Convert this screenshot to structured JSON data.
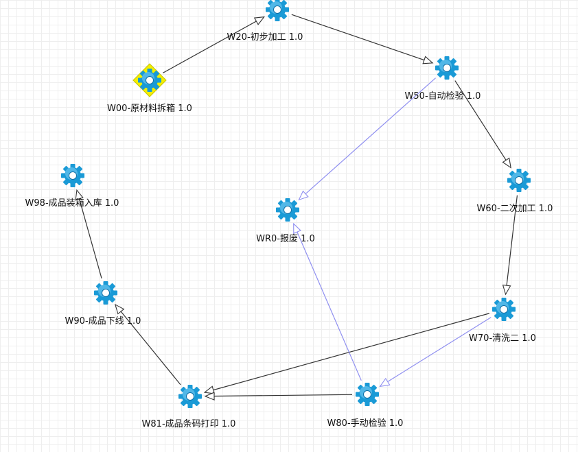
{
  "diagram": {
    "nodes": [
      {
        "id": "w20",
        "label": "W20-初步加工 1.0"
      },
      {
        "id": "w00",
        "label": "W00-原材料拆箱 1.0",
        "selected": true
      },
      {
        "id": "w50",
        "label": "W50-自动检验 1.0"
      },
      {
        "id": "w98",
        "label": "W98-成品装箱入库 1.0"
      },
      {
        "id": "wr0",
        "label": "WR0-报废 1.0"
      },
      {
        "id": "w60",
        "label": "W60-二次加工 1.0"
      },
      {
        "id": "w90",
        "label": "W90-成品下线 1.0"
      },
      {
        "id": "w70",
        "label": "W70-清洗二 1.0"
      },
      {
        "id": "w81",
        "label": "W81-成品条码打印 1.0"
      },
      {
        "id": "w80",
        "label": "W80-手动检验 1.0"
      }
    ],
    "edges": [
      {
        "from": "w00",
        "to": "w20",
        "kind": "normal"
      },
      {
        "from": "w20",
        "to": "w50",
        "kind": "normal"
      },
      {
        "from": "w50",
        "to": "w60",
        "kind": "normal"
      },
      {
        "from": "w50",
        "to": "wr0",
        "kind": "reject"
      },
      {
        "from": "w60",
        "to": "w70",
        "kind": "normal"
      },
      {
        "from": "w70",
        "to": "w81",
        "kind": "normal"
      },
      {
        "from": "w70",
        "to": "w80",
        "kind": "reject"
      },
      {
        "from": "w80",
        "to": "w81",
        "kind": "normal"
      },
      {
        "from": "w80",
        "to": "wr0",
        "kind": "reject"
      },
      {
        "from": "w81",
        "to": "w90",
        "kind": "normal"
      },
      {
        "from": "w90",
        "to": "w98",
        "kind": "normal"
      }
    ],
    "colors": {
      "gear": "#1a9ad6",
      "gear_highlight": "#7fd0f5",
      "selection": "#f3ef00",
      "normal_edge": "#333333",
      "reject_edge": "#8f8ff0"
    },
    "icon": "gear-icon"
  }
}
